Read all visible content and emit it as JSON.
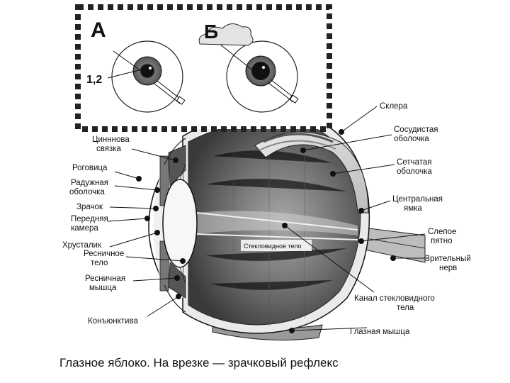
{
  "inset": {
    "panel_a": {
      "letter": "А",
      "number": "1,2"
    },
    "panel_b": {
      "letter": "Б"
    }
  },
  "labels": {
    "sclera": "Склера",
    "choroid": [
      "Сосудистая",
      "оболочка"
    ],
    "retina": [
      "Сетчатая",
      "оболочка"
    ],
    "fovea": [
      "Центральная",
      "ямка"
    ],
    "blind_spot": [
      "Слепое",
      "пятно"
    ],
    "optic_nerve": [
      "Зрительный",
      "нерв"
    ],
    "hyaloid_canal": [
      "Канал стекловидного",
      "тела"
    ],
    "eye_muscle": "Глазная мышца",
    "vitreous": "Стекловидное тело",
    "zonule": [
      "Цинннова",
      "связка"
    ],
    "cornea": "Роговица",
    "iris": [
      "Радужная",
      "оболочка"
    ],
    "pupil": "Зрачок",
    "anterior_chamber": [
      "Передняя",
      "камера"
    ],
    "lens": "Хрусталик",
    "ciliary_body": [
      "Ресничное",
      "тело"
    ],
    "ciliary_muscle": [
      "Ресничная",
      "мышца"
    ],
    "conjunctiva": "Конъюнктива"
  },
  "caption": "Глазное яблоко. На врезке — зрачковый рефлекс"
}
